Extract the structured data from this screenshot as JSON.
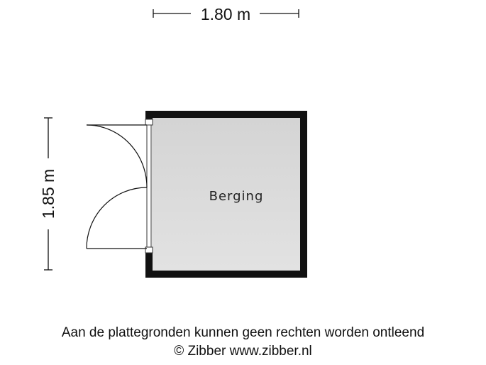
{
  "dimensions": {
    "width_label": "1.80 m",
    "height_label": "1.85 m"
  },
  "room": {
    "name": "Berging"
  },
  "footer": {
    "disclaimer": "Aan de plattegronden kunnen geen rechten worden ontleend",
    "copyright": "© Zibber www.zibber.nl"
  },
  "colors": {
    "wall": "#111111",
    "floor": "#dcdcdc",
    "line": "#111111"
  }
}
